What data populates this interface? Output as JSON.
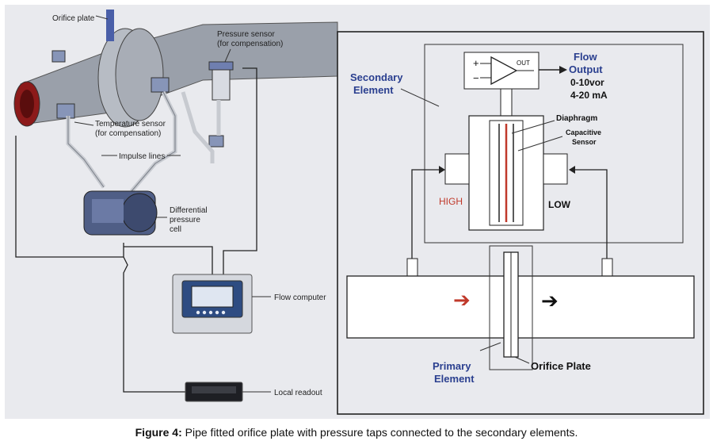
{
  "left_diagram": {
    "labels": {
      "orifice_plate": "Orifice plate",
      "pressure_sensor_1": "Pressure sensor",
      "pressure_sensor_2": "(for compensation)",
      "temperature_sensor_1": "Temperature sensor",
      "temperature_sensor_2": "(for compensation)",
      "impulse_lines": "Impulse lines",
      "dp_cell_1": "Differential",
      "dp_cell_2": "pressure",
      "dp_cell_3": "cell",
      "flow_computer": "Flow computer",
      "local_readout": "Local readout"
    }
  },
  "right_diagram": {
    "labels": {
      "secondary_1": "Secondary",
      "secondary_2": "Element",
      "amp_plus": "+",
      "amp_minus": "−",
      "amp_out": "OUT",
      "flow_output_1": "Flow",
      "flow_output_2": "Output",
      "flow_output_3": "0-10vor",
      "flow_output_4": "4-20 mA",
      "diaphragm": "Diaphragm",
      "capacitive_1": "Capacitive",
      "capacitive_2": "Sensor",
      "high": "HIGH",
      "low": "LOW",
      "primary_1": "Primary",
      "primary_2": "Element",
      "orifice_plate": "Orifice Plate",
      "flow_arrow_in": "➔",
      "flow_arrow_out": "➔"
    },
    "colors": {
      "high": "#c0392b",
      "arrow_in": "#c0392b",
      "arrow_out": "#111111",
      "label": "#2a3f8f"
    }
  },
  "caption": {
    "label": "Figure 4:",
    "text": " Pipe fitted orifice plate with pressure taps connected to the secondary elements."
  }
}
